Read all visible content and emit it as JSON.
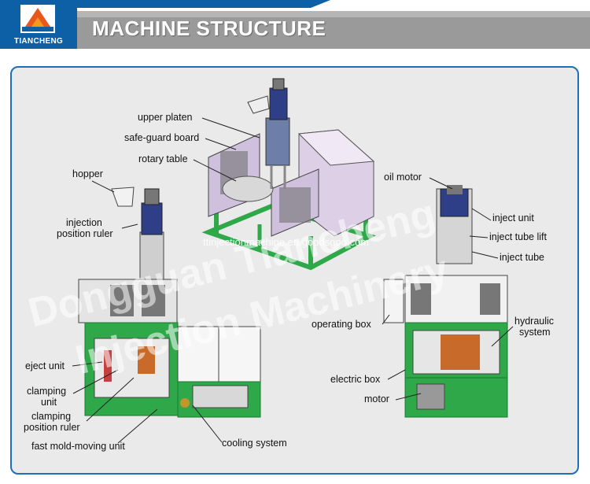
{
  "header": {
    "logo_text": "TIANCHENG",
    "title": "MACHINE STRUCTURE"
  },
  "watermark": {
    "line1": "Dongguan Tiancheng",
    "line2": "Injection Machinery",
    "url": "ttinjectionmachine.en.goodsgoo.com"
  },
  "labels": {
    "upper_platen": "upper platen",
    "safe_guard_board": "safe-guard board",
    "rotary_table": "rotary table",
    "hopper": "hopper",
    "injection_position_ruler_1": "injection",
    "injection_position_ruler_2": "position ruler",
    "eject_unit": "eject unit",
    "clamping_unit_1": "clamping",
    "clamping_unit_2": "unit",
    "clamping_position_ruler_1": "clamping",
    "clamping_position_ruler_2": "position ruler",
    "fast_mold_moving_unit": "fast mold-moving unit",
    "cooling_system": "cooling system",
    "oil_motor": "oil motor",
    "inject_unit": "inject unit",
    "inject_tube_lift": "inject tube lift",
    "inject_tube": "inject tube",
    "operating_box": "operating box",
    "hydraulic_system_1": "hydraulic",
    "hydraulic_system_2": "system",
    "electric_box": "electric box",
    "motor": "motor"
  },
  "colors": {
    "brand_blue": "#0d5fa6",
    "frame_green": "#2fa84a",
    "panel_border": "#1c6fb8",
    "title_band": "#8c8c8c",
    "guard_purple": "#d9c9e8"
  }
}
